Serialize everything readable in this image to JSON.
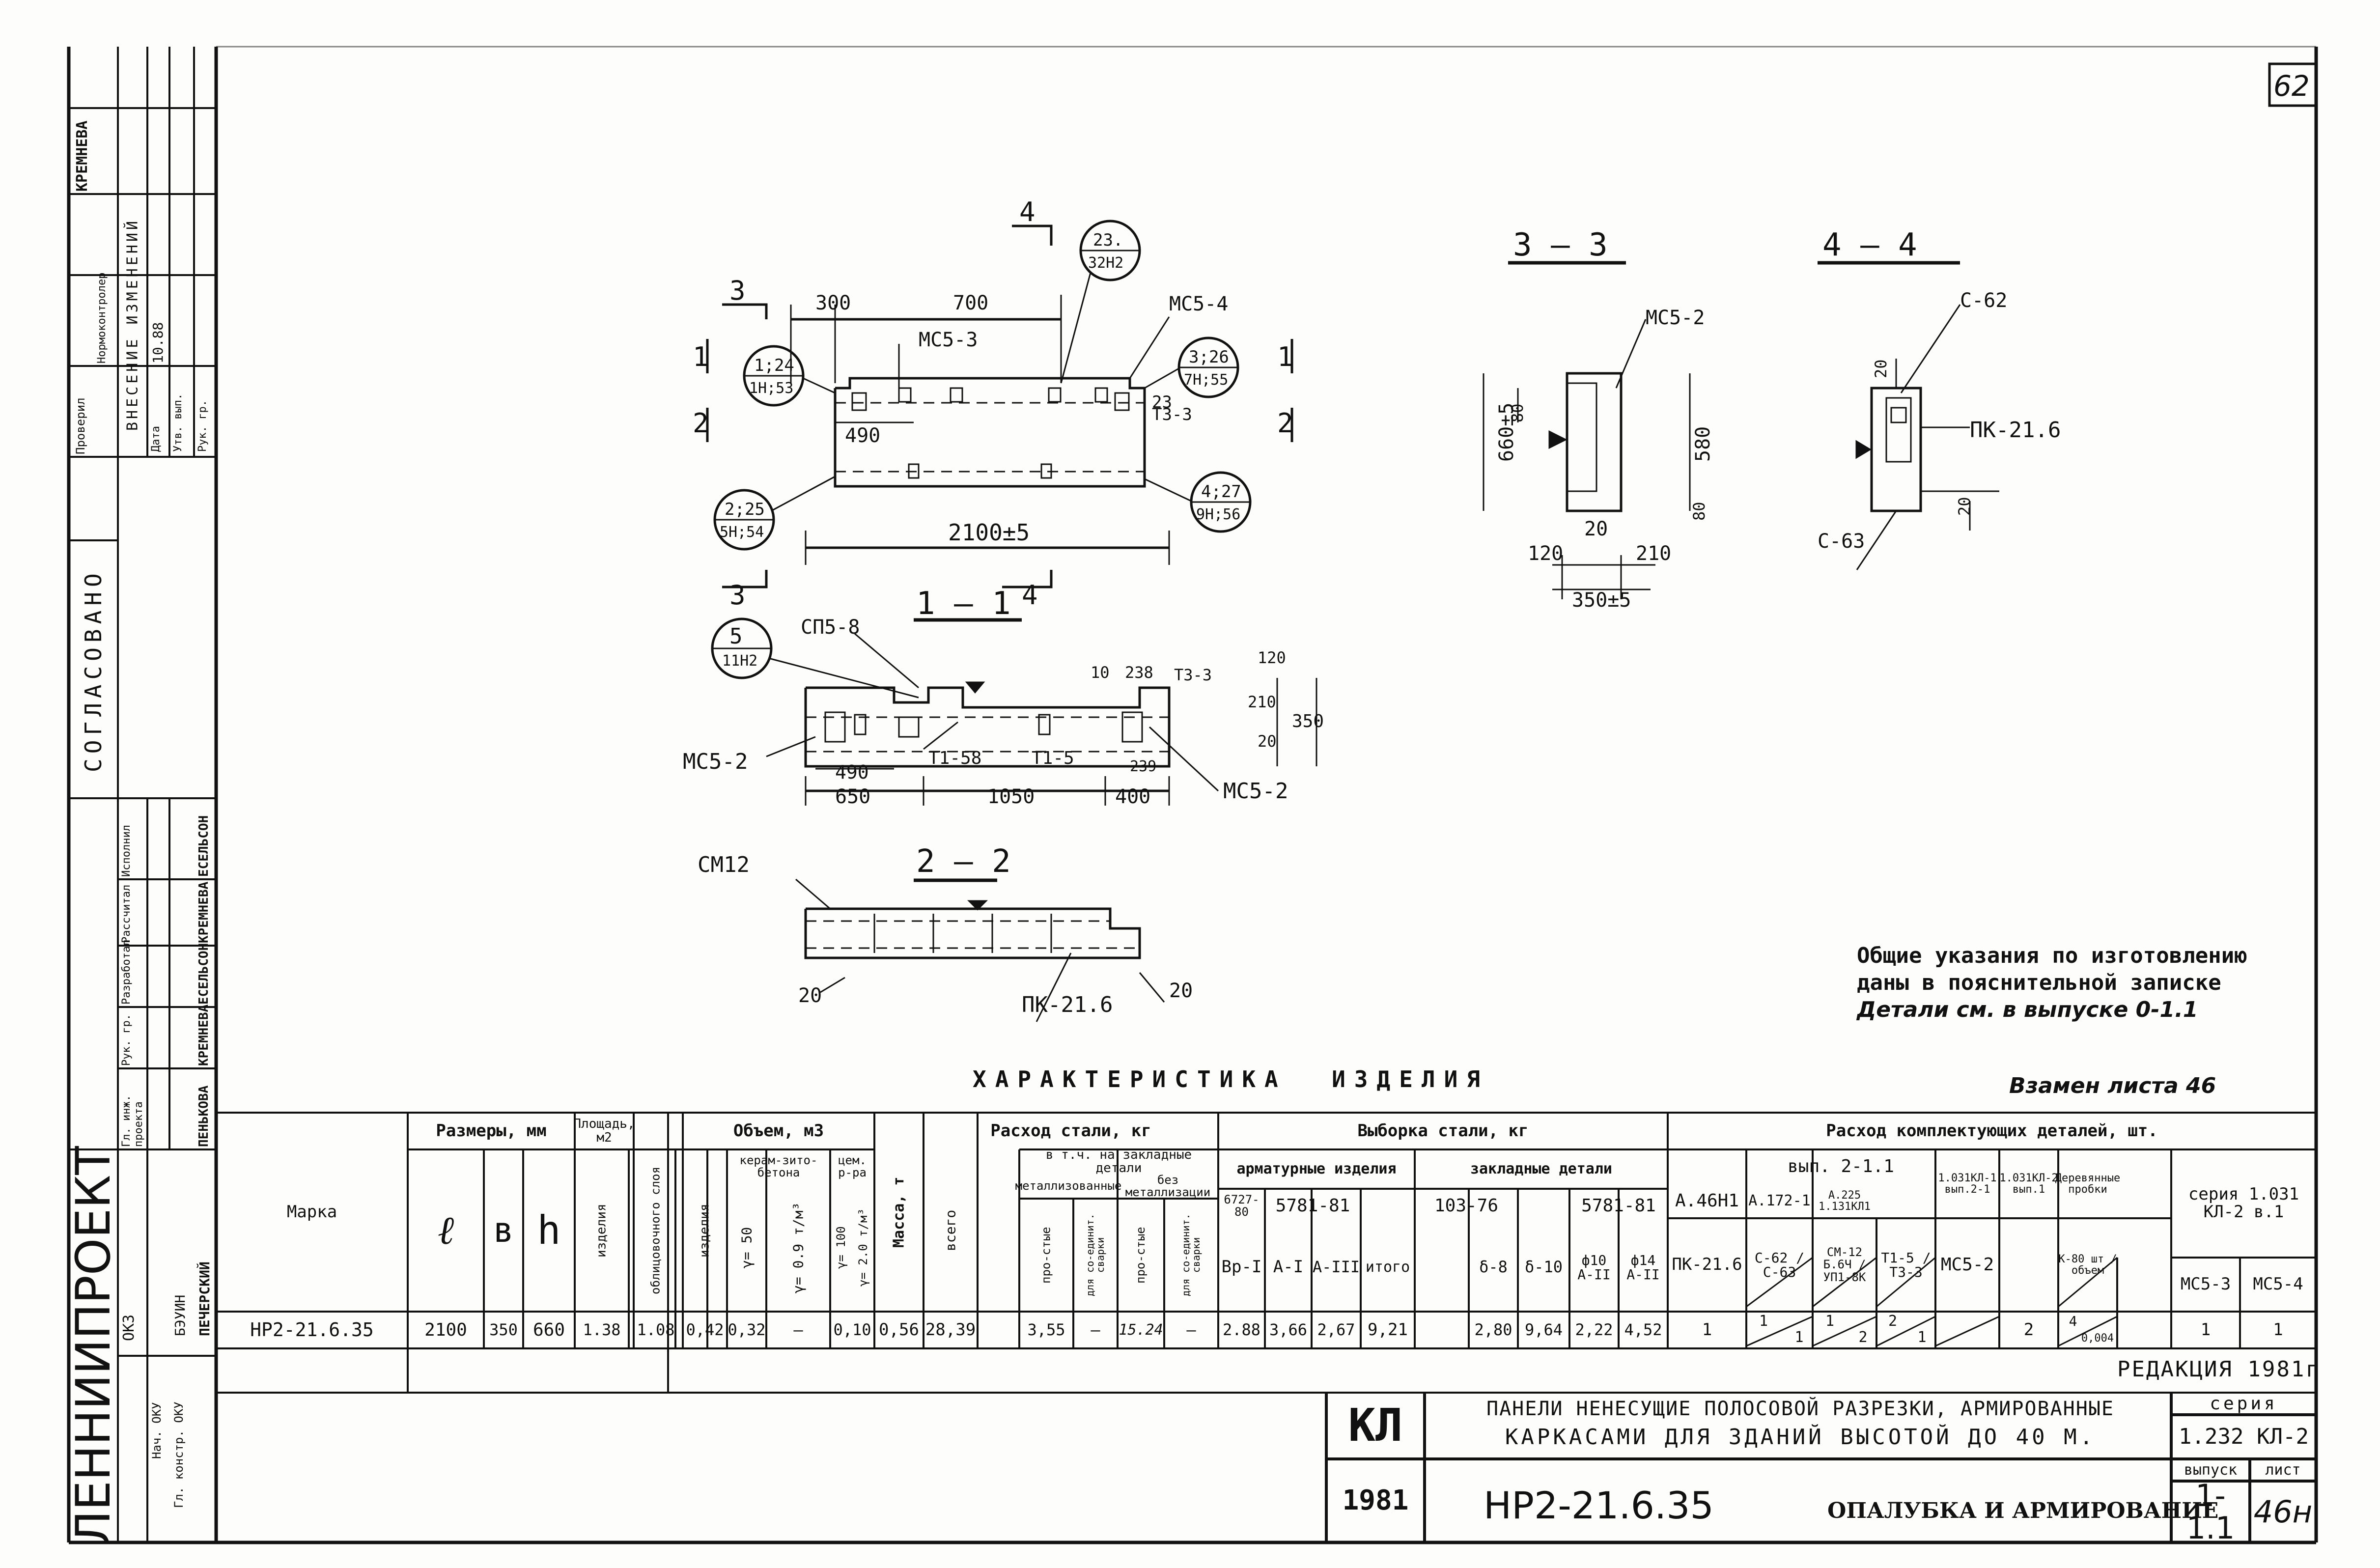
{
  "sheet": {
    "page_number": "62",
    "sections": {
      "s11": "1 — 1",
      "s22": "2 — 2",
      "s33": "3 — 3",
      "s44": "4 — 4"
    },
    "notes": {
      "line1": "Общие указания по изготовлению",
      "line2": "даны в пояснительной записке",
      "line3": "Детали см. в выпуске 0-1.1"
    },
    "characteristic_title": "ХАРАКТЕРИСТИКА  ИЗДЕЛИЯ",
    "instead_of": "Взамен листа 46",
    "redaction": "РЕДАКЦИЯ 1981г"
  },
  "drawing_labels": {
    "main": {
      "d300": "300",
      "d700": "700",
      "d490": "490",
      "d2100": "2100±5",
      "mc54": "МС5-4",
      "mc53": "МС5-3",
      "t33": "Т3-3",
      "d23": "23",
      "b1_top": "1;24",
      "b1_bot": "1Н;53",
      "b23_top": "23.",
      "b23_bot": "32Н2",
      "b3_top": "3;26",
      "b3_bot": "7Н;55",
      "b2_top": "2;25",
      "b2_bot": "5Н;54",
      "b4_top": "4;27",
      "b4_bot": "9Н;56",
      "m1": "1",
      "m2": "2",
      "m3": "3",
      "m4": "4"
    },
    "sec11": {
      "b5_top": "5",
      "b5_bot": "11Н2",
      "cp": "СП5-8",
      "d10": "10",
      "d238": "238",
      "d120": "120",
      "d210": "210",
      "d20": "20",
      "d350": "350",
      "t33": "Т3-3",
      "mc52a": "МС5-2",
      "mc52b": "МС5-2",
      "t158": "Т1-58",
      "t15": "Т1-5",
      "d490": "490",
      "d239": "239",
      "d650": "650",
      "d1050": "1050",
      "d400": "400"
    },
    "sec22": {
      "cm": "СМ12",
      "d20a": "20",
      "d20b": "20",
      "pk": "ПК-21.6"
    },
    "sec33": {
      "mc52": "МС5-2",
      "d660": "660±5",
      "d580": "580",
      "d80a": "80",
      "d80b": "80",
      "d120": "120",
      "d20": "20",
      "d210": "210",
      "d350": "350±5"
    },
    "sec44": {
      "c62": "С-62",
      "c63": "С-63",
      "pk": "ПК-21.6",
      "d20a": "20",
      "d20b": "20"
    }
  },
  "left_strip": {
    "org": "ЛЕННИИПРОЕКТ",
    "agreed": "СОГЛАСОВАНО",
    "changes": "ВНЕСЕНИЕ ИЗМЕНЕНИЙ",
    "rows": [
      {
        "role": "Гл. инж. проекта",
        "name": "ПЕНЬКОВА"
      },
      {
        "role": "Рук. гр.",
        "name": "КРЕМНЕВА"
      },
      {
        "role": "Разработал",
        "name": "ЕСЕЛЬСОН"
      },
      {
        "role": "Рассчитал",
        "name": "КРЕМНЕВА"
      },
      {
        "role": "Исполнил",
        "name": "ЕСЕЛЬСОН"
      }
    ],
    "lower_rows": [
      {
        "role": "Нач. ОКУ",
        "name": "ПЕЧЕРСКИЙ"
      },
      {
        "role": "Гл. констр. ОКУ",
        "name": "БЭУИН"
      }
    ],
    "check_labels": [
      "Проверил",
      "Нормоконтролер",
      "Дата",
      "Утв. вып.",
      "Рук. гр."
    ],
    "check_names": [
      "КРЕМНЕВА"
    ],
    "date_val": "10.88",
    "okz": "ОКЗ"
  },
  "spec_table": {
    "headers": {
      "mark": "Марка",
      "dims": "Размеры, мм",
      "area": "Площадь, м2",
      "area_a": "изделия",
      "area_b": "облицовочного слоя",
      "volume": "Объем, м3",
      "vol_a": "изделия",
      "vol_b": "керам-зито-бетона",
      "vol_b1": "γ= 50",
      "vol_b2": "γ= 0.9 т/м³",
      "vol_c": "цем. р-ра",
      "vol_c1": "γ= 100",
      "vol_c2": "γ= 2.0 т/м³",
      "mass": "Масса, т",
      "steel": "Расход стали, кг",
      "steel_total": "всего",
      "steel_incl": "в т.ч. на закладные детали",
      "steel_met": "металлизованные",
      "steel_nomet": "без металлизации",
      "steel_sub": [
        "про-стые",
        "для со-единит. сварки",
        "про-стые",
        "для со-единит. сварки"
      ],
      "sel": "Выборка стали, кг",
      "sel_arm": "арматурные изделия",
      "sel_zak": "закладные детали",
      "sel_g1": "6727-80",
      "sel_g2": "5781-81",
      "sel_g3": "103-76",
      "sel_g4": "5781-81",
      "sel_cols": [
        "Вр-I",
        "А-I",
        "А-III",
        "итого",
        "δ-8",
        "δ-10",
        "ф10 А-II",
        "ф14 А-II"
      ],
      "comp": "Расход комплектующих деталей, шт.",
      "comp_v1": "вып. 2-1.1",
      "comp_v2": "1.031КЛ-1 вып.2-1",
      "comp_v3": "1.031КЛ-2 вып.1",
      "comp_wood": "Деревянные пробки",
      "comp_ser": "серия 1.031 КЛ-2 в.1",
      "comp_a46": "А.46Н1",
      "comp_a172": "А.172-1",
      "comp_a225": "А.225 1.131КЛ1",
      "comp_cols": [
        "ПК-21.6",
        "С-62 / С-63",
        "СМ-12 Б.6Ч / УП1-8К",
        "Т1-5 / Т3-3",
        "МС5-2",
        "К-80 шт / объем",
        "МС5-3",
        "МС5-4"
      ],
      "l": "ℓ",
      "b": "в",
      "h": "h"
    },
    "row": {
      "mark": "НР2-21.6.35",
      "l": "2100",
      "b": "350",
      "h": "660",
      "area_a": "1.38",
      "area_b": "1.08",
      "vol_a": "0,42",
      "vol_b1": "0,32",
      "vol_b2": "–",
      "vol_c": "0,10",
      "mass": "0,56",
      "steel_total": "28,39",
      "s1": "3,55",
      "s2": "—",
      "s3": "15.24",
      "s4": "—",
      "arm_vr": "2.88",
      "arm_a1": "3,66",
      "arm_a3": "2,67",
      "arm_tot": "9,21",
      "z_d8": "2,80",
      "z_d10": "9,64",
      "z_f10": "2,22",
      "z_f14": "4,52",
      "pk": "1",
      "c62": "1",
      "c63": "1",
      "cm12": "1",
      "up": "2",
      "t15": "2",
      "t33": "1",
      "mc52": "2",
      "wood_n": "4",
      "wood_v": "0,004",
      "mc53": "1",
      "mc54": "1"
    }
  },
  "title_block": {
    "kl": "КЛ",
    "title_1": "ПАНЕЛИ НЕНЕСУЩИЕ ПОЛОСОВОЙ РАЗРЕЗКИ, АРМИРОВАННЫЕ",
    "title_2": "КАРКАСАМИ ДЛЯ ЗДАНИЙ ВЫСОТОЙ ДО 40 М.",
    "series_label": "серия",
    "series_val": "1.232 КЛ-2",
    "year": "1981",
    "mark": "НР2-21.6.35",
    "sheet_title": "ОПАЛУБКА И АРМИРОВАНИЕ",
    "issue_label": "выпуск",
    "issue_val": "1-1.1",
    "sheet_label": "лист",
    "sheet_val": "46н"
  }
}
